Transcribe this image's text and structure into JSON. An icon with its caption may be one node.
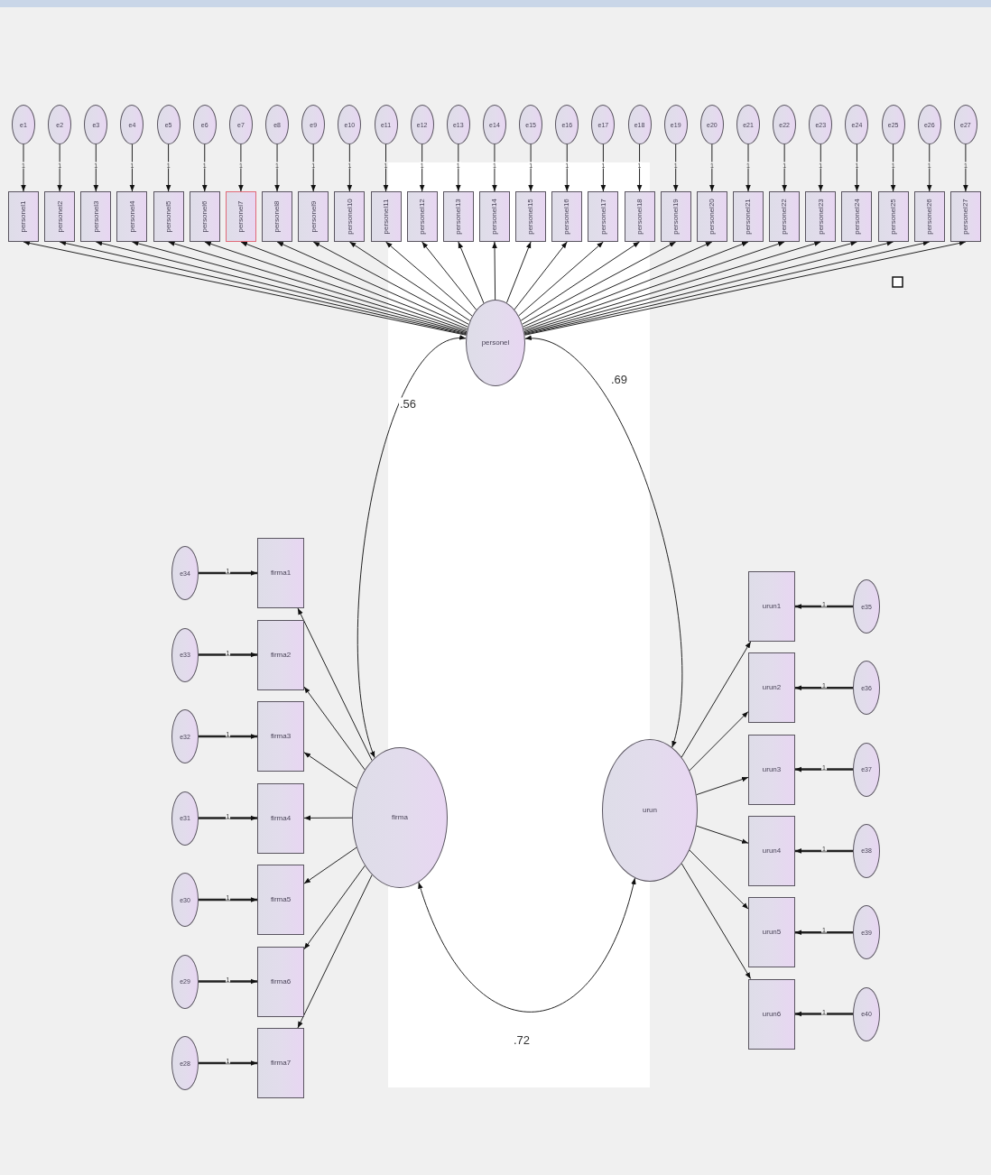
{
  "diagram": {
    "nodes": [
      {
        "text": [
          "e1"
        ]
      },
      {
        "text": [
          "e2"
        ]
      },
      {
        "text": [
          "e3"
        ]
      },
      {
        "text": [
          "e4"
        ]
      },
      {
        "text": [
          "e5"
        ]
      },
      {
        "text": [
          "e6"
        ]
      },
      {
        "text": [
          "e7"
        ]
      },
      {
        "text": [
          "e8"
        ]
      },
      {
        "text": [
          "e9"
        ]
      },
      {
        "text": [
          "e10"
        ]
      },
      {
        "text": [
          "e11"
        ]
      },
      {
        "text": [
          "e12"
        ]
      },
      {
        "text": [
          "e13"
        ]
      },
      {
        "text": [
          "e14"
        ]
      },
      {
        "text": [
          "e15"
        ]
      },
      {
        "text": [
          "e16"
        ]
      },
      {
        "text": [
          "e17"
        ]
      },
      {
        "text": [
          "e18"
        ]
      },
      {
        "text": [
          "e19"
        ]
      },
      {
        "text": [
          "e20"
        ]
      },
      {
        "text": [
          "e21"
        ]
      },
      {
        "text": [
          "e22"
        ]
      },
      {
        "text": [
          "e23"
        ]
      },
      {
        "text": [
          "e24"
        ]
      },
      {
        "text": [
          "e25"
        ]
      },
      {
        "text": [
          "e26"
        ]
      },
      {
        "text": [
          "e27"
        ]
      },
      {
        "text": [
          "personel1"
        ]
      },
      {
        "text": [
          "personel2"
        ]
      },
      {
        "text": [
          "personel3"
        ]
      },
      {
        "text": [
          "personel4"
        ]
      },
      {
        "text": [
          "personel5"
        ]
      },
      {
        "text": [
          "personel6"
        ]
      },
      {
        "text": [
          "personel7"
        ]
      },
      {
        "text": [
          "personel8"
        ]
      },
      {
        "text": [
          "personel9"
        ]
      },
      {
        "text": [
          "personel10"
        ]
      },
      {
        "text": [
          "personel11"
        ]
      },
      {
        "text": [
          "personel12"
        ]
      },
      {
        "text": [
          "personel13"
        ]
      },
      {
        "text": [
          "personel14"
        ]
      },
      {
        "text": [
          "personel15"
        ]
      },
      {
        "text": [
          "personel16"
        ]
      },
      {
        "text": [
          "personel17"
        ]
      },
      {
        "text": [
          "personel18"
        ]
      },
      {
        "text": [
          "personel19"
        ]
      },
      {
        "text": [
          "personel20"
        ]
      },
      {
        "text": [
          "personel21"
        ]
      },
      {
        "text": [
          "personel22"
        ]
      },
      {
        "text": [
          "personel23"
        ]
      },
      {
        "text": [
          "personel24"
        ]
      },
      {
        "text": [
          "personel25"
        ]
      },
      {
        "text": [
          "personel26"
        ]
      },
      {
        "text": [
          "personel27"
        ]
      },
      {
        "text": [
          "personel"
        ]
      },
      {
        "text": [
          "e34"
        ]
      },
      {
        "text": [
          "e33"
        ]
      },
      {
        "text": [
          "e32"
        ]
      },
      {
        "text": [
          "e31"
        ]
      },
      {
        "text": [
          "e30"
        ]
      },
      {
        "text": [
          "e29"
        ]
      },
      {
        "text": [
          "e28"
        ]
      },
      {
        "text": [
          "firma1"
        ]
      },
      {
        "text": [
          "firma2"
        ]
      },
      {
        "text": [
          "firma3"
        ]
      },
      {
        "text": [
          "firma4"
        ]
      },
      {
        "text": [
          "firma5"
        ]
      },
      {
        "text": [
          "firma6"
        ]
      },
      {
        "text": [
          "firma7"
        ]
      },
      {
        "text": [
          "firma"
        ]
      },
      {
        "text": [
          "urun"
        ]
      },
      {
        "text": [
          "urun1"
        ]
      },
      {
        "text": [
          "urun2"
        ]
      },
      {
        "text": [
          "urun3"
        ]
      },
      {
        "text": [
          "urun4"
        ]
      },
      {
        "text": [
          "urun5"
        ]
      },
      {
        "text": [
          "urun6"
        ]
      },
      {
        "text": [
          "e35"
        ]
      },
      {
        "text": [
          "e36"
        ]
      },
      {
        "text": [
          "e37"
        ]
      },
      {
        "text": [
          "e38"
        ]
      },
      {
        "text": [
          "e39"
        ]
      },
      {
        "text": [
          "e40"
        ]
      }
    ],
    "edges": [
      {
        "from": 0,
        "to": 27,
        "arrow": "to",
        "label": "1"
      },
      {
        "from": 1,
        "to": 28,
        "arrow": "to",
        "label": "1"
      },
      {
        "from": 2,
        "to": 29,
        "arrow": "to",
        "label": "1"
      },
      {
        "from": 3,
        "to": 30,
        "arrow": "to",
        "label": "1"
      },
      {
        "from": 4,
        "to": 31,
        "arrow": "to",
        "label": "1"
      },
      {
        "from": 5,
        "to": 32,
        "arrow": "to",
        "label": "1"
      },
      {
        "from": 6,
        "to": 33,
        "arrow": "to",
        "label": "1"
      },
      {
        "from": 7,
        "to": 34,
        "arrow": "to",
        "label": "1"
      },
      {
        "from": 8,
        "to": 35,
        "arrow": "to",
        "label": "1"
      },
      {
        "from": 9,
        "to": 36,
        "arrow": "to",
        "label": "1"
      },
      {
        "from": 10,
        "to": 37,
        "arrow": "to",
        "label": "1"
      },
      {
        "from": 11,
        "to": 38,
        "arrow": "to",
        "label": "1"
      },
      {
        "from": 12,
        "to": 39,
        "arrow": "to",
        "label": "1"
      },
      {
        "from": 13,
        "to": 40,
        "arrow": "to",
        "label": "1"
      },
      {
        "from": 14,
        "to": 41,
        "arrow": "to",
        "label": "1"
      },
      {
        "from": 15,
        "to": 42,
        "arrow": "to",
        "label": "1"
      },
      {
        "from": 16,
        "to": 43,
        "arrow": "to",
        "label": "1"
      },
      {
        "from": 17,
        "to": 44,
        "arrow": "to",
        "label": "1"
      },
      {
        "from": 18,
        "to": 45,
        "arrow": "to",
        "label": "1"
      },
      {
        "from": 19,
        "to": 46,
        "arrow": "to",
        "label": "1"
      },
      {
        "from": 20,
        "to": 47,
        "arrow": "to",
        "label": "1"
      },
      {
        "from": 21,
        "to": 48,
        "arrow": "to",
        "label": "1"
      },
      {
        "from": 22,
        "to": 49,
        "arrow": "to",
        "label": "1"
      },
      {
        "from": 23,
        "to": 50,
        "arrow": "to",
        "label": "1"
      },
      {
        "from": 24,
        "to": 51,
        "arrow": "to",
        "label": "1"
      },
      {
        "from": 25,
        "to": 52,
        "arrow": "to",
        "label": "1"
      },
      {
        "from": 26,
        "to": 53,
        "arrow": "to",
        "label": "1"
      },
      {
        "from": 54,
        "to": 27,
        "arrow": "to"
      },
      {
        "from": 54,
        "to": 28,
        "arrow": "to"
      },
      {
        "from": 54,
        "to": 29,
        "arrow": "to"
      },
      {
        "from": 54,
        "to": 30,
        "arrow": "to"
      },
      {
        "from": 54,
        "to": 31,
        "arrow": "to"
      },
      {
        "from": 54,
        "to": 32,
        "arrow": "to"
      },
      {
        "from": 54,
        "to": 33,
        "arrow": "to"
      },
      {
        "from": 54,
        "to": 34,
        "arrow": "to"
      },
      {
        "from": 54,
        "to": 35,
        "arrow": "to"
      },
      {
        "from": 54,
        "to": 36,
        "arrow": "to"
      },
      {
        "from": 54,
        "to": 37,
        "arrow": "to"
      },
      {
        "from": 54,
        "to": 38,
        "arrow": "to"
      },
      {
        "from": 54,
        "to": 39,
        "arrow": "to"
      },
      {
        "from": 54,
        "to": 40,
        "arrow": "to"
      },
      {
        "from": 54,
        "to": 41,
        "arrow": "to"
      },
      {
        "from": 54,
        "to": 42,
        "arrow": "to"
      },
      {
        "from": 54,
        "to": 43,
        "arrow": "to"
      },
      {
        "from": 54,
        "to": 44,
        "arrow": "to"
      },
      {
        "from": 54,
        "to": 45,
        "arrow": "to"
      },
      {
        "from": 54,
        "to": 46,
        "arrow": "to"
      },
      {
        "from": 54,
        "to": 47,
        "arrow": "to"
      },
      {
        "from": 54,
        "to": 48,
        "arrow": "to"
      },
      {
        "from": 54,
        "to": 49,
        "arrow": "to"
      },
      {
        "from": 54,
        "to": 50,
        "arrow": "to"
      },
      {
        "from": 54,
        "to": 51,
        "arrow": "to"
      },
      {
        "from": 54,
        "to": 52,
        "arrow": "to"
      },
      {
        "from": 54,
        "to": 53,
        "arrow": "to"
      },
      {
        "from": 54,
        "to": 69,
        "arrow": "both",
        "label": ".56"
      },
      {
        "from": 54,
        "to": 70,
        "arrow": "both",
        "label": ".69"
      },
      {
        "from": 69,
        "to": 70,
        "arrow": "both",
        "label": ".72"
      },
      {
        "from": 55,
        "to": 62,
        "arrow": "to",
        "label": "1"
      },
      {
        "from": 56,
        "to": 63,
        "arrow": "to",
        "label": "1"
      },
      {
        "from": 57,
        "to": 64,
        "arrow": "to",
        "label": "1"
      },
      {
        "from": 58,
        "to": 65,
        "arrow": "to",
        "label": "1"
      },
      {
        "from": 59,
        "to": 66,
        "arrow": "to",
        "label": "1"
      },
      {
        "from": 60,
        "to": 67,
        "arrow": "to",
        "label": "1"
      },
      {
        "from": 61,
        "to": 68,
        "arrow": "to",
        "label": "1"
      },
      {
        "from": 69,
        "to": 62,
        "arrow": "to"
      },
      {
        "from": 69,
        "to": 63,
        "arrow": "to"
      },
      {
        "from": 69,
        "to": 64,
        "arrow": "to"
      },
      {
        "from": 69,
        "to": 65,
        "arrow": "to"
      },
      {
        "from": 69,
        "to": 66,
        "arrow": "to"
      },
      {
        "from": 69,
        "to": 67,
        "arrow": "to"
      },
      {
        "from": 69,
        "to": 68,
        "arrow": "to"
      },
      {
        "from": 70,
        "to": 71,
        "arrow": "to"
      },
      {
        "from": 70,
        "to": 72,
        "arrow": "to"
      },
      {
        "from": 70,
        "to": 73,
        "arrow": "to"
      },
      {
        "from": 70,
        "to": 74,
        "arrow": "to"
      },
      {
        "from": 70,
        "to": 75,
        "arrow": "to"
      },
      {
        "from": 70,
        "to": 76,
        "arrow": "to"
      },
      {
        "from": 77,
        "to": 71,
        "arrow": "to",
        "label": "1"
      },
      {
        "from": 78,
        "to": 72,
        "arrow": "to",
        "label": "1"
      },
      {
        "from": 79,
        "to": 73,
        "arrow": "to",
        "label": "1"
      },
      {
        "from": 80,
        "to": 74,
        "arrow": "to",
        "label": "1"
      },
      {
        "from": 81,
        "to": 75,
        "arrow": "to",
        "label": "1"
      },
      {
        "from": 82,
        "to": 76,
        "arrow": "to",
        "label": "1"
      }
    ]
  }
}
